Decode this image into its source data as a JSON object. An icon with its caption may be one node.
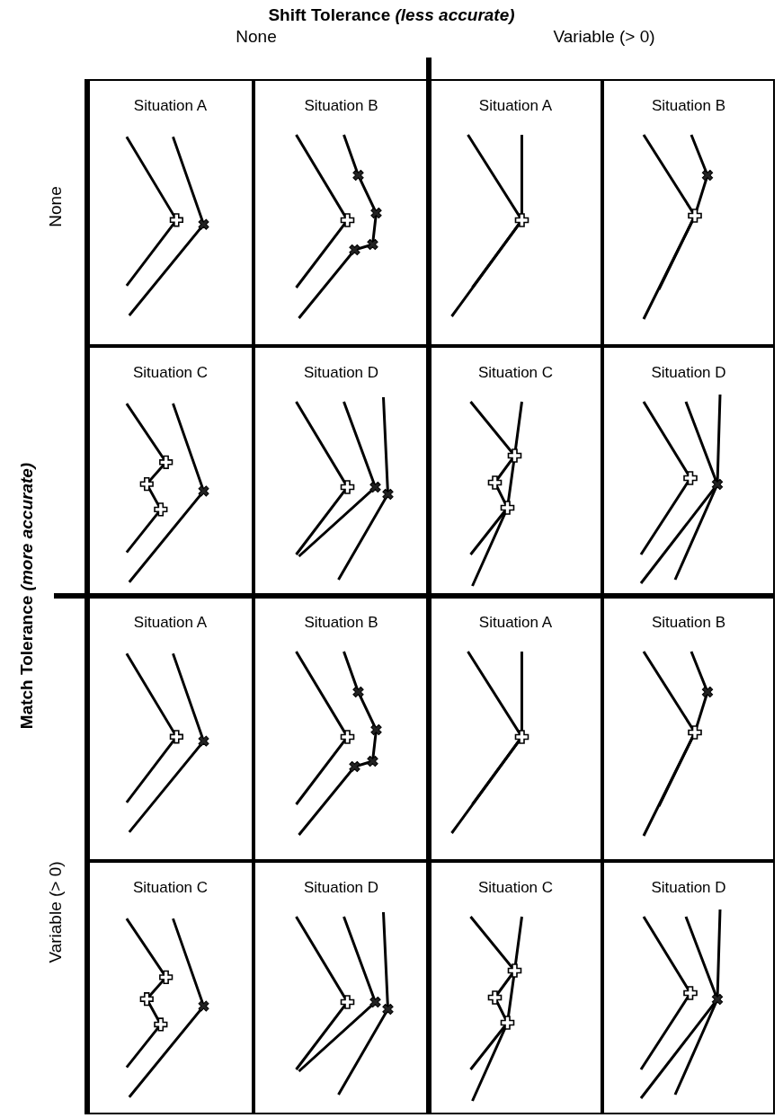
{
  "diagram": {
    "title": "Shift Tolerance *(less accurate)*",
    "nodes": [
      {
        "text": [
          "Situation A"
        ]
      },
      {
        "text": [
          "Situation B"
        ]
      },
      {
        "text": [
          "Situation A"
        ]
      },
      {
        "text": [
          "Situation B"
        ]
      },
      {
        "text": [
          "Situation C"
        ]
      },
      {
        "text": [
          "Situation D"
        ]
      },
      {
        "text": [
          "Situation C"
        ]
      },
      {
        "text": [
          "Situation D"
        ]
      },
      {
        "text": [
          "Situation A"
        ]
      },
      {
        "text": [
          "Situation B"
        ]
      },
      {
        "text": [
          "Situation A"
        ]
      },
      {
        "text": [
          "Situation B"
        ]
      },
      {
        "text": [
          "Situation C"
        ]
      },
      {
        "text": [
          "Situation D"
        ]
      },
      {
        "text": [
          "Situation C"
        ]
      },
      {
        "text": [
          "Situation D"
        ]
      }
    ],
    "edges": [],
    "labels": [
      "None",
      "Variable (> 0)",
      "Match Tolerance *(more accurate)*",
      "None",
      "Variable (> 0)"
    ]
  }
}
